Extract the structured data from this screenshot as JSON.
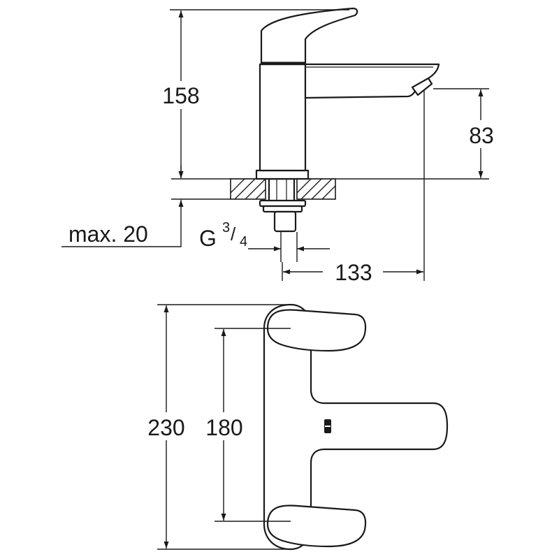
{
  "side_view": {
    "height_label": "158",
    "spout_height_label": "83",
    "max_label": "max. 20",
    "thread_label_g": "G",
    "thread_fraction_num": "3",
    "thread_fraction_sep": "/",
    "thread_fraction_den": "4",
    "reach_label": "133"
  },
  "top_view": {
    "overall_length_label": "230",
    "centers_label": "180"
  }
}
